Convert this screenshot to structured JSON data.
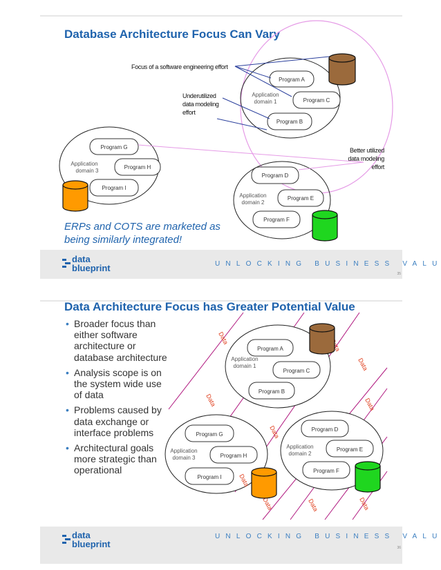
{
  "slide1": {
    "title": "Database Architecture Focus Can Vary",
    "annotations": {
      "focus": "Focus of a software engineering effort",
      "under1": "Underutilized",
      "under2": "data modeling",
      "under3": "effort",
      "better1": "Better utilized",
      "better2": "data modeling",
      "better3": "effort"
    },
    "domains": {
      "d1a": "Application",
      "d1b": "domain 1",
      "d2a": "Application",
      "d2b": "domain 2",
      "d3a": "Application",
      "d3b": "domain 3"
    },
    "programs": {
      "a": "Program A",
      "b": "Program B",
      "c": "Program C",
      "d": "Program D",
      "e": "Program E",
      "f": "Program F",
      "g": "Program G",
      "h": "Program H",
      "i": "Program I"
    },
    "callout": "ERPs and COTS are marketed as being similarly integrated!",
    "tagline": "UNLOCKING BUSINESS VALUE",
    "page_number": "35"
  },
  "slide2": {
    "title": "Data Architecture Focus has Greater Potential Value",
    "bullets": [
      "Broader focus than either software architecture or database architecture",
      "Analysis scope is on the system wide use of data",
      "Problems caused by data exchange or interface problems",
      "Architectural goals more strategic than operational"
    ],
    "data_label": "Data",
    "domains": {
      "d1a": "Application",
      "d1b": "domain 1",
      "d2a": "Application",
      "d2b": "domain 2",
      "d3a": "Application",
      "d3b": "domain 3"
    },
    "programs": {
      "a": "Program A",
      "b": "Program B",
      "c": "Program C",
      "d": "Program D",
      "e": "Program E",
      "f": "Program F",
      "g": "Program G",
      "h": "Program H",
      "i": "Program I"
    },
    "tagline": "UNLOCKING BUSINESS VALUE",
    "page_number": "36"
  },
  "logo": {
    "line1": "data",
    "line2": "blueprint"
  },
  "colors": {
    "brand_blue": "#1f63ad",
    "brown_db": "#9b6a3c",
    "orange_db": "#ff9a00",
    "green_db": "#1fd61f",
    "data_red": "#e0401f",
    "ellipse_pink": "#e59ae6"
  }
}
